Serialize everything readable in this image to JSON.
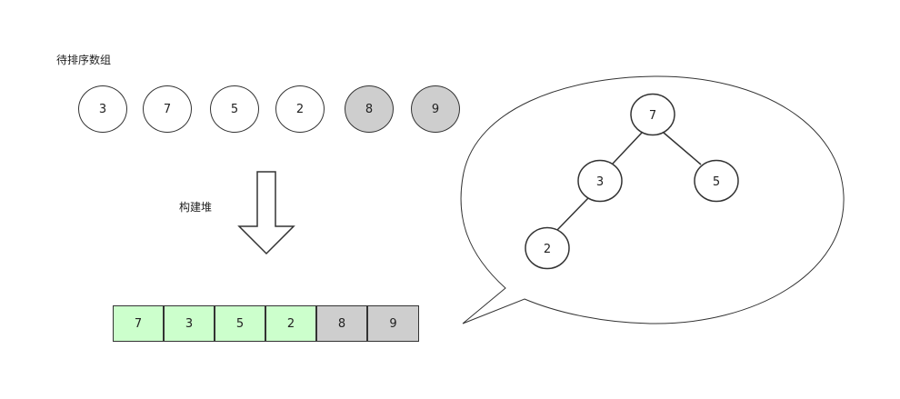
{
  "labels": {
    "array_title": "待排序数组",
    "build_heap": "构建堆"
  },
  "input_array": [
    {
      "value": "3",
      "sorted": false
    },
    {
      "value": "7",
      "sorted": false
    },
    {
      "value": "5",
      "sorted": false
    },
    {
      "value": "2",
      "sorted": false
    },
    {
      "value": "8",
      "sorted": true
    },
    {
      "value": "9",
      "sorted": true
    }
  ],
  "heap_array": [
    {
      "value": "7",
      "sorted": false
    },
    {
      "value": "3",
      "sorted": false
    },
    {
      "value": "5",
      "sorted": false
    },
    {
      "value": "2",
      "sorted": false
    },
    {
      "value": "8",
      "sorted": true
    },
    {
      "value": "9",
      "sorted": true
    }
  ],
  "heap_tree": {
    "root": "7",
    "left": "3",
    "right": "5",
    "left_left": "2"
  },
  "colors": {
    "unsorted_cell": "#ccffcc",
    "sorted": "#cecece",
    "stroke": "#333333"
  }
}
